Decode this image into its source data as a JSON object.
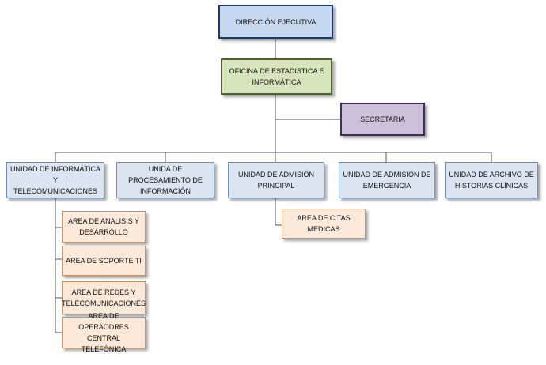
{
  "nodes": {
    "direccion": "DIRECCIÓN EJECUTIVA",
    "oficina": "OFICINA DE ESTADISTICA E INFORMÁTICA",
    "secretaria": "SECRETARIA",
    "unidad_informatica": "UNIDAD DE INFORMÁTICA Y TELECOMUNICACIONES",
    "unidad_procesamiento": "UNIDA DE PROCESAMIENTO DE INFORMACIÓN",
    "unidad_admision_principal": "UNIDAD DE ADMISIÓN PRINCIPAL",
    "unidad_admision_emergencia": "UNIDAD DE ADMISIÓN DE EMERGENCIA",
    "unidad_archivo": "UNIDAD DE ARCHIVO DE HISTORIAS CLÍNICAS",
    "area_analisis": "AREA DE ANALISIS Y DESARROLLO",
    "area_soporte": "AREA DE SOPORTE TI",
    "area_redes": "AREA DE REDES Y TELECOMUNICACIONES",
    "area_operadores": "AREA DE OPERAODRES CENTRAL TELEFÓNICA",
    "area_citas": "AREA DE CITAS MEDICAS"
  }
}
